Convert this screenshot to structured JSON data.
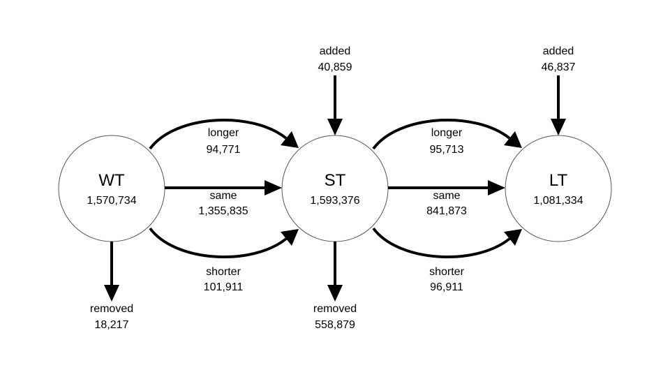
{
  "nodes": {
    "wt": {
      "name": "WT",
      "count": "1,570,734"
    },
    "st": {
      "name": "ST",
      "count": "1,593,376"
    },
    "lt": {
      "name": "LT",
      "count": "1,081,334"
    }
  },
  "wt_to_st": {
    "longer": {
      "label": "longer",
      "count": "94,771"
    },
    "same": {
      "label": "same",
      "count": "1,355,835"
    },
    "shorter": {
      "label": "shorter",
      "count": "101,911"
    }
  },
  "st_to_lt": {
    "longer": {
      "label": "longer",
      "count": "95,713"
    },
    "same": {
      "label": "same",
      "count": "841,873"
    },
    "shorter": {
      "label": "shorter",
      "count": "96,911"
    }
  },
  "added": {
    "st": {
      "label": "added",
      "count": "40,859"
    },
    "lt": {
      "label": "added",
      "count": "46,837"
    }
  },
  "removed": {
    "wt": {
      "label": "removed",
      "count": "18,217"
    },
    "st": {
      "label": "removed",
      "count": "558,879"
    }
  }
}
